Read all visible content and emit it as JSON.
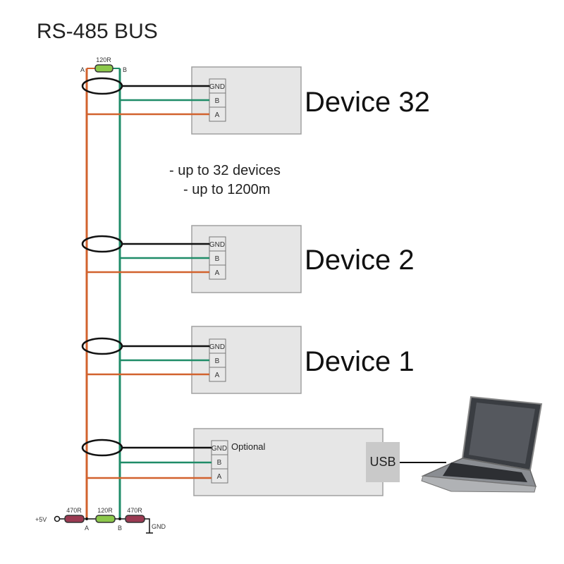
{
  "title": "RS-485 BUS",
  "colors": {
    "line_a": "#d2622e",
    "line_b": "#1f8c68",
    "gnd": "#111111",
    "box_fill": "#e6e6e6",
    "box_border": "#a0a0a0",
    "res_termination": "#8cc84b",
    "res_bias": "#9b3a52"
  },
  "top_termination": {
    "resistor": "120R",
    "left_label": "A",
    "right_label": "B"
  },
  "devices": [
    {
      "label": "Device 32",
      "terminals": [
        "GND",
        "B",
        "A"
      ]
    },
    {
      "label": "Device 2",
      "terminals": [
        "GND",
        "B",
        "A"
      ]
    },
    {
      "label": "Device 1",
      "terminals": [
        "GND",
        "B",
        "A"
      ]
    }
  ],
  "notes": [
    "- up to 32 devices",
    "- up to 1200m"
  ],
  "converter": {
    "label": "Optional",
    "terminals": [
      "GND",
      "B",
      "A"
    ],
    "port": "USB"
  },
  "laptop": {
    "icon": "laptop-icon"
  },
  "bias_network": {
    "supply": "+5V",
    "r1": "470R",
    "r2": "120R",
    "r3": "470R",
    "node_a": "A",
    "node_b": "B",
    "ground": "GND"
  }
}
